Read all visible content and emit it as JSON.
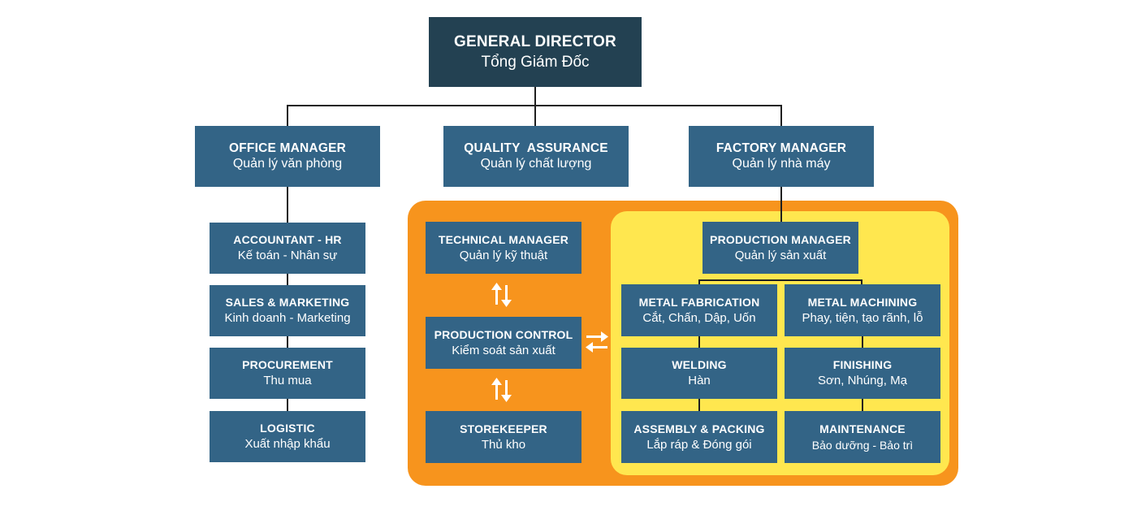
{
  "general_director": {
    "title": "GENERAL DIRECTOR",
    "subtitle": "Tổng Giám Đốc"
  },
  "office_manager": {
    "title": "OFFICE MANAGER",
    "subtitle": "Quản lý văn phòng"
  },
  "quality_assurance": {
    "title": "QUALITY  ASSURANCE",
    "subtitle": "Quản lý chất lượng"
  },
  "factory_manager": {
    "title": "FACTORY MANAGER",
    "subtitle": "Quản lý nhà máy"
  },
  "accountant_hr": {
    "title": "ACCOUNTANT - HR",
    "subtitle": "Kế toán - Nhân sự"
  },
  "sales_marketing": {
    "title": "SALES & MARKETING",
    "subtitle": "Kinh doanh - Marketing"
  },
  "procurement": {
    "title": "PROCUREMENT",
    "subtitle": "Thu mua"
  },
  "logistic": {
    "title": "LOGISTIC",
    "subtitle": "Xuất nhập khẩu"
  },
  "technical_manager": {
    "title": "TECHNICAL MANAGER",
    "subtitle": "Quản lý kỹ thuật"
  },
  "production_control": {
    "title": "PRODUCTION CONTROL",
    "subtitle": "Kiểm soát sản xuất"
  },
  "storekeeper": {
    "title": "STOREKEEPER",
    "subtitle": "Thủ kho"
  },
  "production_manager": {
    "title": "PRODUCTION MANAGER",
    "subtitle": "Quản lý sản xuất"
  },
  "metal_fabrication": {
    "title": "METAL FABRICATION",
    "subtitle": "Cắt, Chấn, Dập, Uốn"
  },
  "metal_machining": {
    "title": "METAL MACHINING",
    "subtitle": "Phay, tiện, tạo rãnh, lỗ"
  },
  "welding": {
    "title": "WELDING",
    "subtitle": "Hàn"
  },
  "finishing": {
    "title": "FINISHING",
    "subtitle": "Sơn, Nhúng, Mạ"
  },
  "assembly_packing": {
    "title": "ASSEMBLY & PACKING",
    "subtitle": "Lắp ráp & Đóng gói"
  },
  "maintenance": {
    "title": "MAINTENANCE",
    "subtitle": "Bảo dưỡng - Bảo trì"
  },
  "colors": {
    "box": "#336486",
    "top_box": "#234152",
    "outer_panel": "#f7941d",
    "inner_panel": "#ffe74f",
    "arrows": "#ffffff"
  },
  "icons": [
    "up-down-arrows-icon",
    "left-right-arrows-icon"
  ]
}
